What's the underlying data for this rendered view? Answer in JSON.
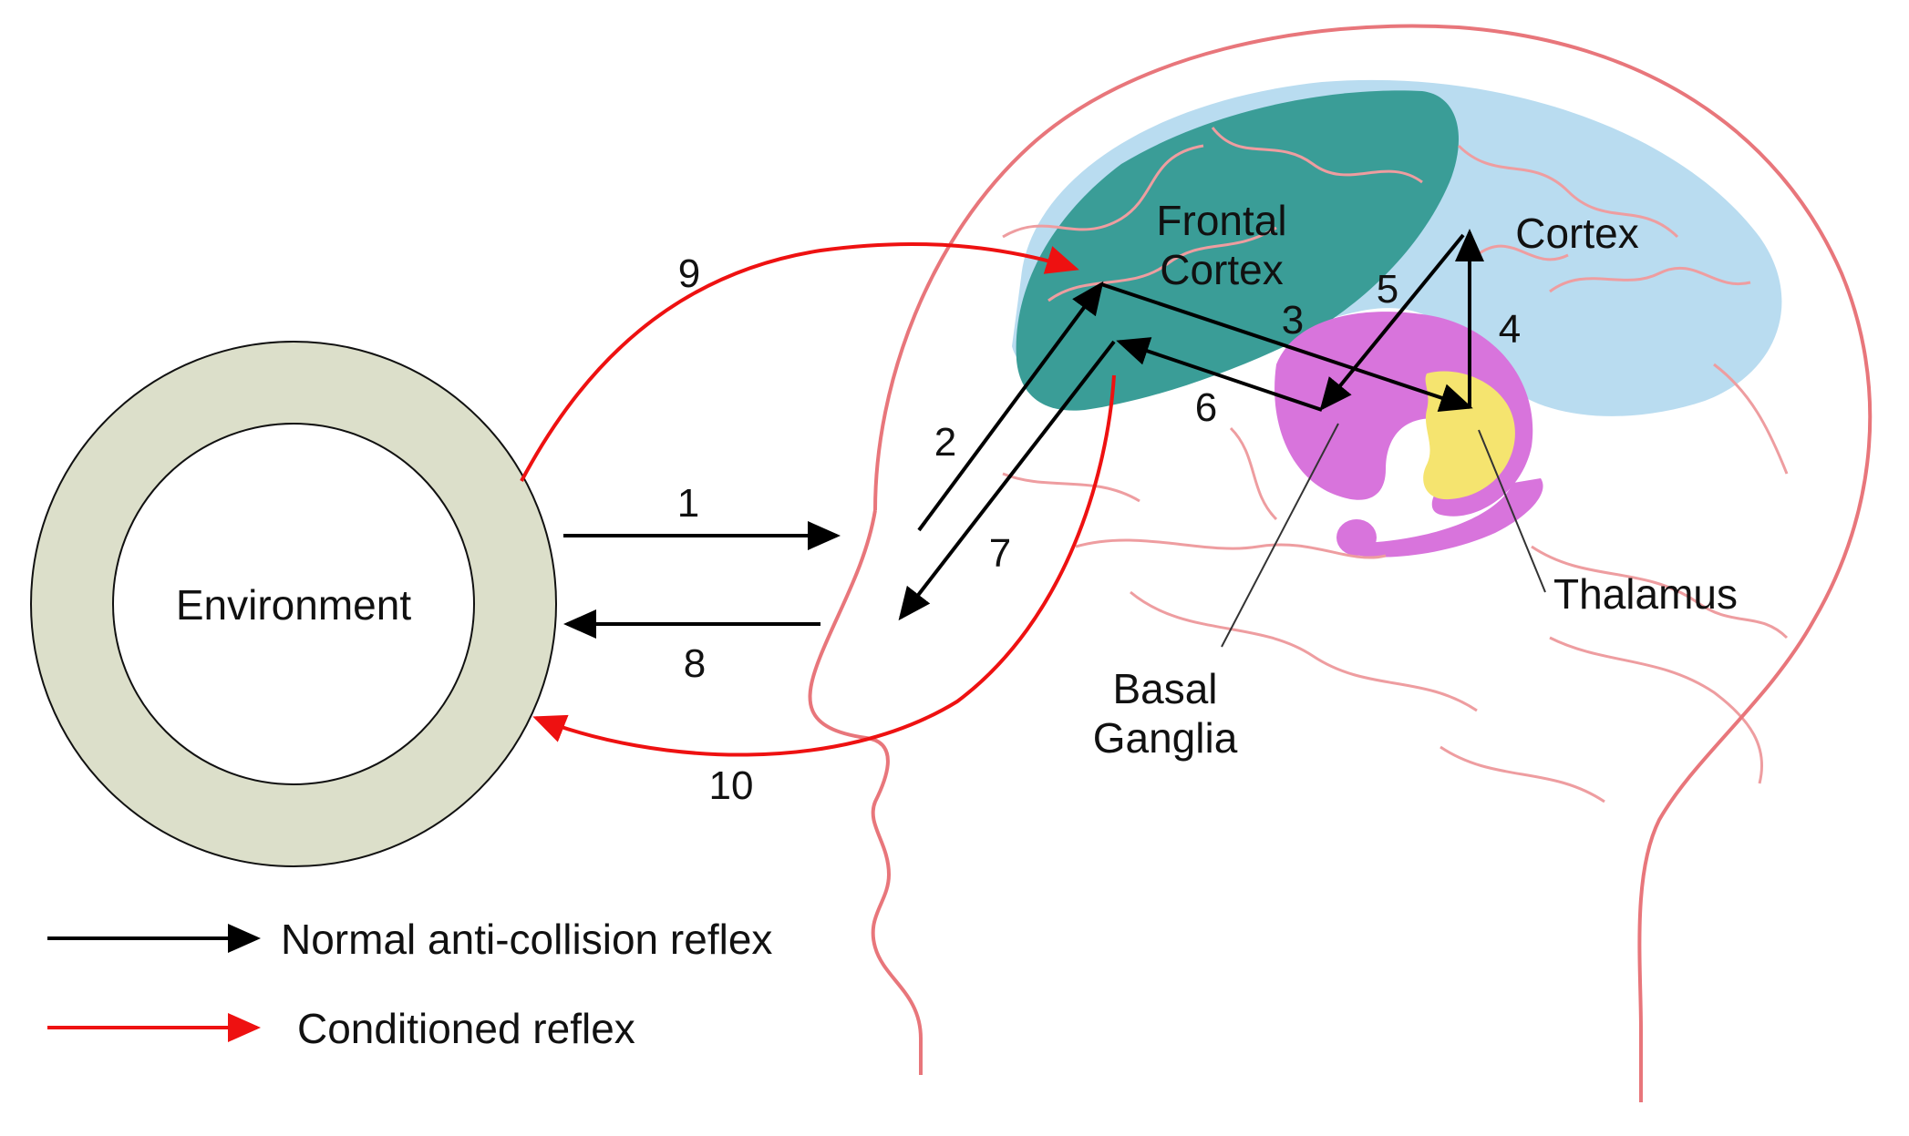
{
  "colors": {
    "outline": "#e8767b",
    "sulci": "#ee9da0",
    "frontal_cortex_fill": "#3a9d97",
    "cortex_fill": "#b9dcf0",
    "basal_ganglia_fill": "#d874dc",
    "thalamus_fill": "#f5e46f",
    "environment_ring": "#dcdfca",
    "black_arrow": "#000000",
    "red_arrow": "#ee1111"
  },
  "labels": {
    "environment": "Environment",
    "frontal_cortex_line1": "Frontal",
    "frontal_cortex_line2": "Cortex",
    "cortex": "Cortex",
    "thalamus": "Thalamus",
    "basal_ganglia_line1": "Basal",
    "basal_ganglia_line2": "Ganglia"
  },
  "step_numbers": {
    "n1": "1",
    "n2": "2",
    "n3": "3",
    "n4": "4",
    "n5": "5",
    "n6": "6",
    "n7": "7",
    "n8": "8",
    "n9": "9",
    "n10": "10"
  },
  "legend": {
    "normal": "Normal anti-collision reflex",
    "conditioned": "Conditioned reflex"
  }
}
